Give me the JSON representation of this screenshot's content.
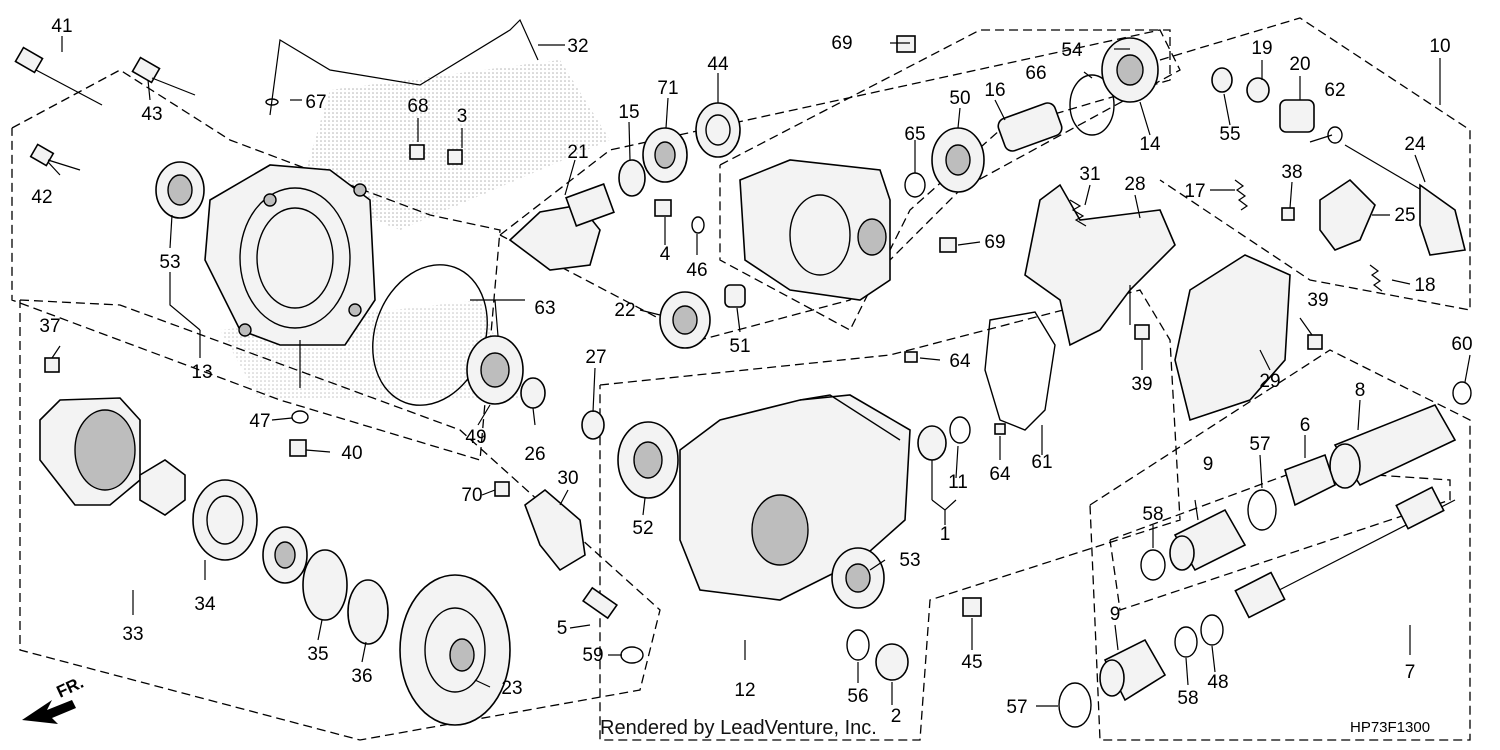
{
  "callouts": [
    "1",
    "2",
    "3",
    "4",
    "5",
    "6",
    "7",
    "8",
    "9",
    "10",
    "11",
    "12",
    "13",
    "14",
    "15",
    "16",
    "17",
    "18",
    "19",
    "20",
    "21",
    "22",
    "23",
    "24",
    "25",
    "26",
    "27",
    "28",
    "29",
    "30",
    "31",
    "32",
    "33",
    "34",
    "35",
    "36",
    "37",
    "38",
    "39",
    "40",
    "41",
    "42",
    "43",
    "44",
    "45",
    "46",
    "47",
    "48",
    "49",
    "50",
    "51",
    "52",
    "53",
    "54",
    "55",
    "56",
    "57",
    "58",
    "59",
    "60",
    "61",
    "62",
    "63",
    "64",
    "65",
    "66",
    "67",
    "68",
    "69",
    "70",
    "71"
  ],
  "footer": {
    "watermark": "Rendered by LeadVenture, Inc.",
    "diagram_code": "HP73F1300",
    "front_label": "FR."
  }
}
